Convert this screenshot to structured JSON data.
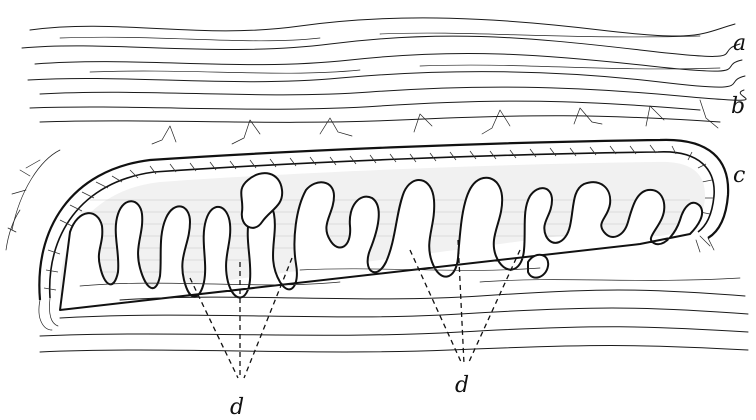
{
  "labels": {
    "a": "a",
    "b": "b",
    "c": "c",
    "d_left": "d",
    "d_right": "d"
  }
}
